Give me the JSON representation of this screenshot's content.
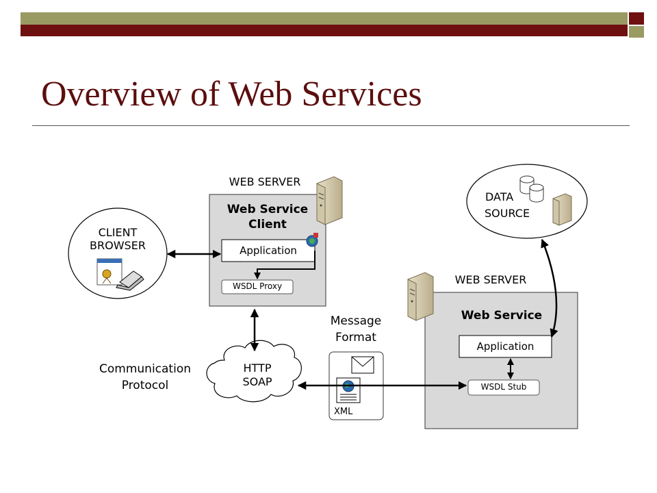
{
  "slide_title": "Overview of Web Services",
  "client": {
    "label_line1": "CLIENT",
    "label_line2": "BROWSER"
  },
  "client_web_server": {
    "label": "WEB SERVER",
    "title_line1": "Web Service",
    "title_line2": "Client",
    "application": "Application",
    "proxy": "WSDL Proxy"
  },
  "service_web_server": {
    "label": "WEB SERVER",
    "title": "Web Service",
    "application": "Application",
    "stub": "WSDL Stub"
  },
  "data_source": {
    "label_line1": "DATA",
    "label_line2": "SOURCE"
  },
  "protocol": {
    "label_line1": "Communication",
    "label_line2": "Protocol",
    "cloud_line1": "HTTP",
    "cloud_line2": "SOAP"
  },
  "message": {
    "label_line1": "Message",
    "label_line2": "Format",
    "xml": "XML"
  },
  "colors": {
    "title": "#5c0e0e",
    "top_bar": "#9a9a63",
    "band": "#6f1010",
    "server_box": "#d9d9d9"
  }
}
